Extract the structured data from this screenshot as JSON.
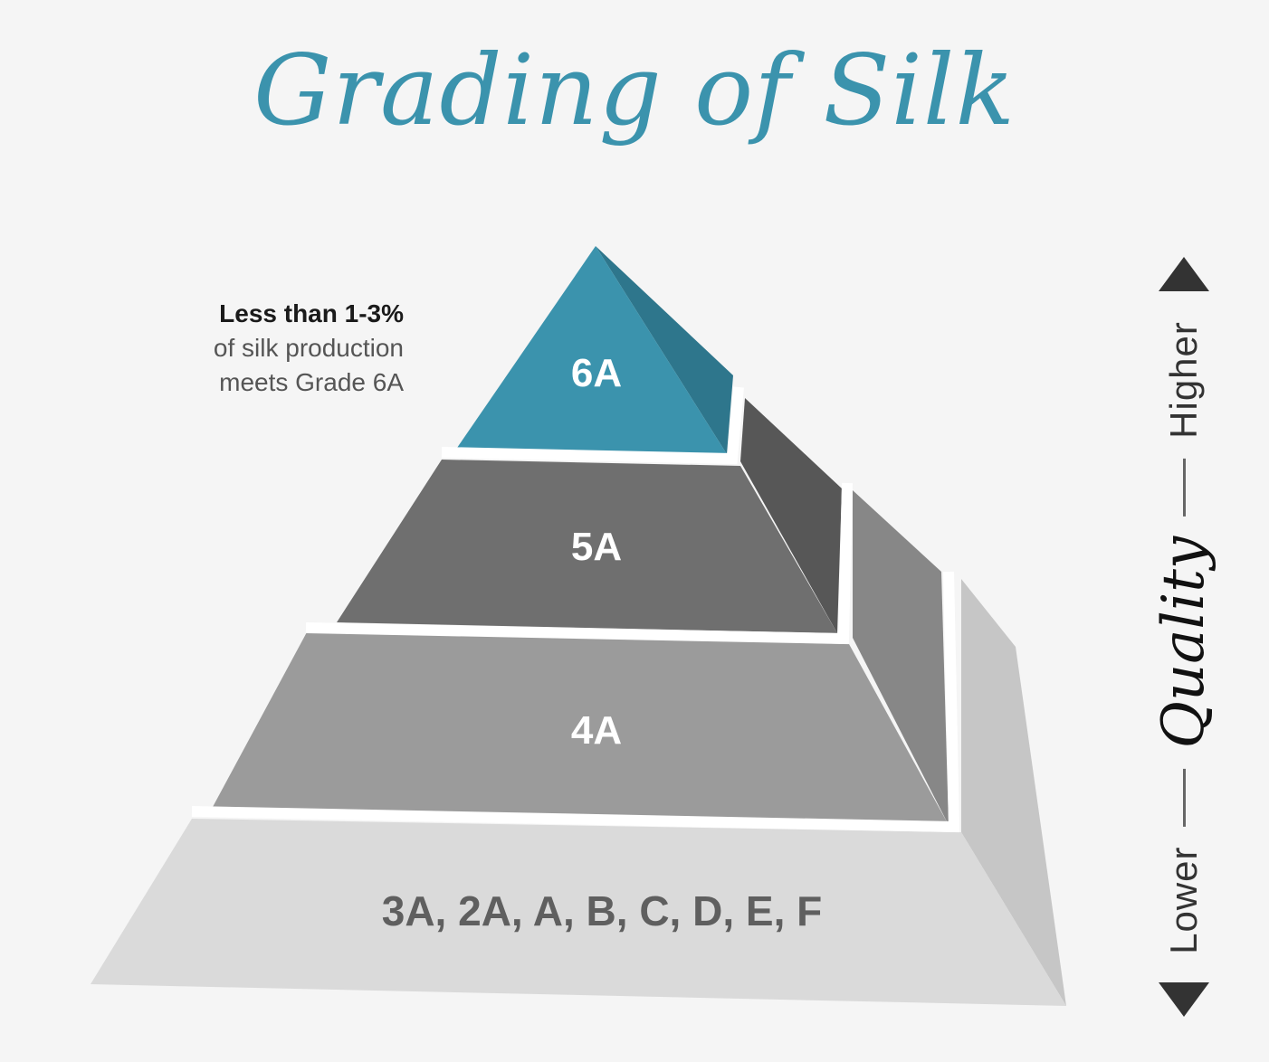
{
  "title": "Grading of Silk",
  "note": {
    "headline": "Less than 1-3%",
    "line1": "of silk production",
    "line2": "meets Grade 6A"
  },
  "tiers": [
    {
      "label": "6A",
      "color": "#3b93ad",
      "side_color": "#2e768c"
    },
    {
      "label": "5A",
      "color": "#6f6f6f",
      "side_color": "#575757"
    },
    {
      "label": "4A",
      "color": "#9b9b9b",
      "side_color": "#878787"
    },
    {
      "label": "3A, 2A, A, B, C, D, E, F",
      "color": "#dadada",
      "side_color": "#c6c6c6"
    }
  ],
  "axis": {
    "low_label": "Lower",
    "mid_label": "Quality",
    "high_label": "Higher",
    "arrow_color": "#333333"
  },
  "colors": {
    "background": "#f5f5f5",
    "accent": "#3b93ad",
    "divider": "#ffffff"
  }
}
